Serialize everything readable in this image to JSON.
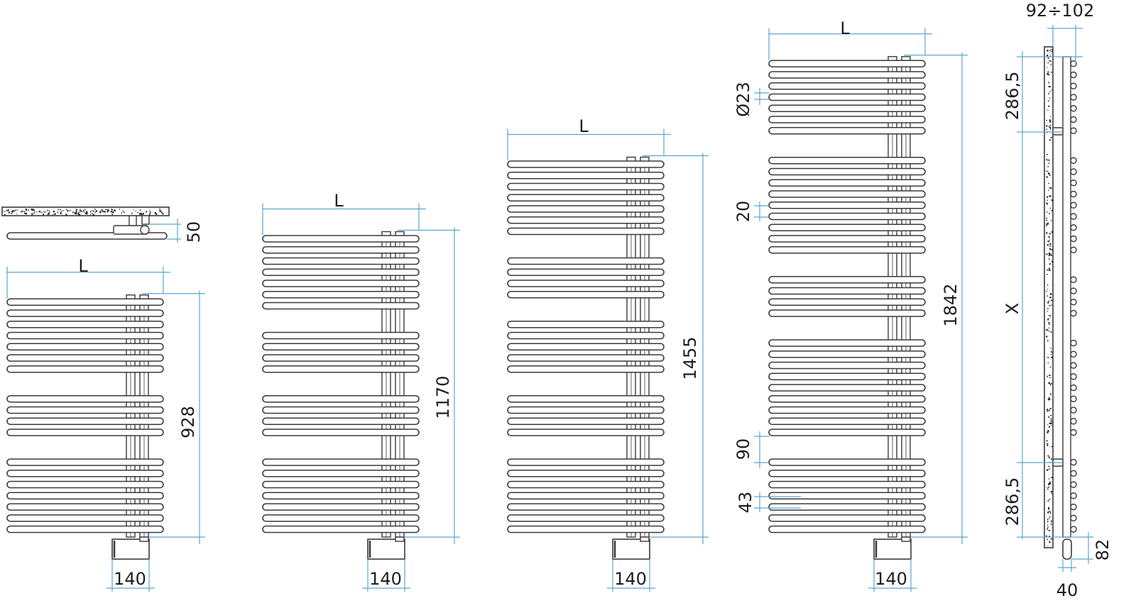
{
  "radiators": [
    {
      "height_label": "928",
      "width_label": "L",
      "heater_label": "140",
      "bar_groups": [
        7,
        4,
        7
      ]
    },
    {
      "height_label": "1170",
      "width_label": "L",
      "heater_label": "140",
      "bar_groups": [
        7,
        4,
        4,
        7
      ]
    },
    {
      "height_label": "1455",
      "width_label": "L",
      "heater_label": "140",
      "bar_groups": [
        7,
        4,
        5,
        4,
        7
      ]
    },
    {
      "height_label": "1842",
      "width_label": "L",
      "heater_label": "140",
      "bar_groups": [
        7,
        9,
        4,
        9,
        7
      ]
    }
  ],
  "top_view": {
    "depth_label": "50"
  },
  "detail_annotations": {
    "tube_diameter": "Ø23",
    "bar_gap": "20",
    "group_gap": "90",
    "bar_pitch": "43"
  },
  "side_view": {
    "wall_distance": "92÷102",
    "top_offset": "286,5",
    "bottom_offset": "286,5",
    "mount_spacing": "X",
    "heater_height": "82",
    "heater_width": "40"
  },
  "colors": {
    "dimension": "#5aa6cf",
    "outline": "#3a3a3a"
  }
}
